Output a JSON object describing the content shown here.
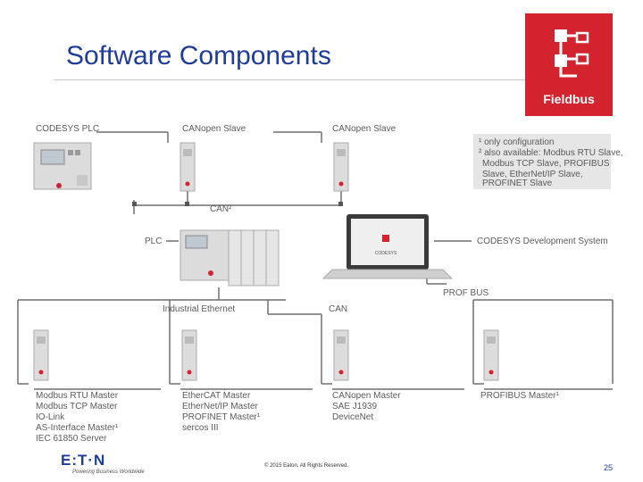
{
  "title": "Software Components",
  "badge": {
    "label": "Fieldbus",
    "icon": "fieldbus-icon",
    "color": "#d3232e"
  },
  "nodes": {
    "codesys_plc": "CODESYS PLC",
    "canopen_slave_1": "CANopen Slave",
    "canopen_slave_2": "CANopen Slave",
    "can2": "CAN²",
    "plc": "PLC",
    "dev_system": "CODESYS Development System",
    "laptop_brand": "CODESYS",
    "profibus": "PROF BUS",
    "industrial_ethernet": "Industrial Ethernet",
    "can": "CAN"
  },
  "notes": [
    "¹ only configuration",
    "² also available: Modbus RTU Slave,",
    "Modbus TCP Slave, PROFIBUS",
    "Slave, EtherNet/IP Slave,",
    "PROFINET Slave"
  ],
  "devices": [
    {
      "lines": [
        "Modbus RTU Master",
        "Modbus TCP Master",
        "IO-Link",
        "AS-Interface Master¹",
        "IEC 61850 Server"
      ]
    },
    {
      "lines": [
        "EtherCAT Master",
        "EtherNet/IP Master",
        "PROFINET Master¹",
        "sercos III"
      ]
    },
    {
      "lines": [
        "CANopen Master",
        "SAE J1939",
        "DeviceNet"
      ]
    },
    {
      "lines": [
        "PROFIBUS Master¹"
      ]
    }
  ],
  "footer": {
    "logo": "E:T·N",
    "tagline": "Powering Business Worldwide",
    "copyright": "© 2015 Eaton. All Rights Reserved.",
    "page": "25"
  },
  "colors": {
    "title": "#1f3c99",
    "accent": "#d3232e",
    "text": "#5a5a5a",
    "line": "#6f6f6f"
  }
}
